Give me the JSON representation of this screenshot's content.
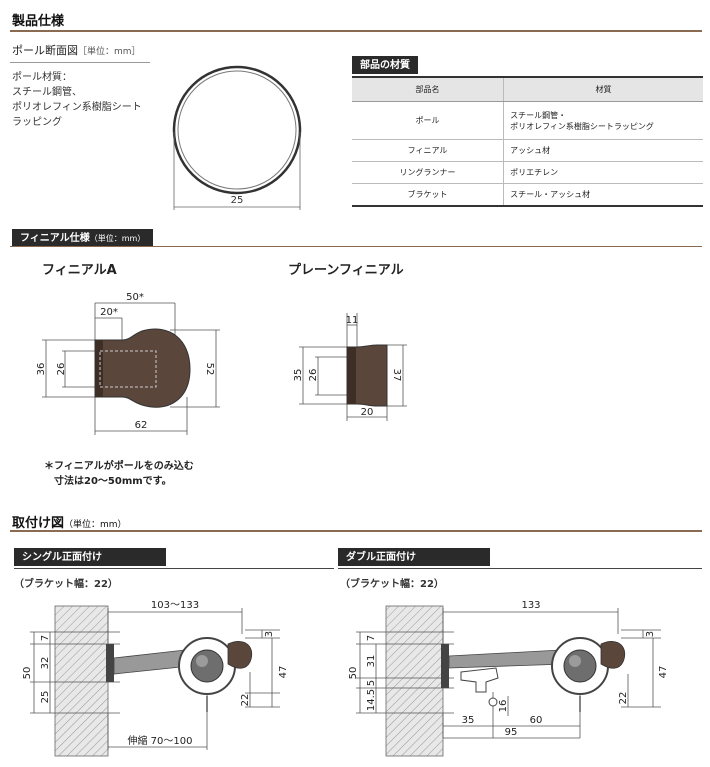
{
  "specs": {
    "title": "製品仕様",
    "pole_section": {
      "title": "ポール断面図",
      "unit": "［単位：mm］",
      "material_label": "ポール材質：",
      "material_lines": [
        "スチール鋼管、",
        "ポリオレフィン系樹脂シート",
        "ラッピング"
      ],
      "diameter": "25"
    },
    "materials": {
      "tag": "部品の材質",
      "headers": [
        "部品名",
        "材質"
      ],
      "rows": [
        {
          "part": "ポール",
          "material": "スチール鋼管・\nポリオレフィン系樹脂シートラッピング"
        },
        {
          "part": "フィニアル",
          "material": "アッシュ材"
        },
        {
          "part": "リングランナー",
          "material": "ポリエチレン"
        },
        {
          "part": "ブラケット",
          "material": "スチール・アッシュ材"
        }
      ]
    }
  },
  "finial": {
    "tag": "フィニアル仕様",
    "tag_unit": "（単位：mm）",
    "a": {
      "title": "フィニアルA",
      "dims": {
        "top": "50*",
        "inner": "20*",
        "left_outer": "36",
        "left_inner": "26",
        "right": "52",
        "bottom": "62"
      }
    },
    "plain": {
      "title": "プレーンフィニアル",
      "dims": {
        "top": "11",
        "left_outer": "35",
        "left_inner": "26",
        "right": "37",
        "bottom": "20"
      }
    },
    "note_lines": [
      "＊フィニアルがポールをのみ込む",
      "寸法は20〜50mmです。"
    ]
  },
  "mounting": {
    "title": "取付け図",
    "unit": "（単位：mm）",
    "single": {
      "tag": "シングル正面付け",
      "bracket": "（ブラケット幅：22）",
      "dims": {
        "top": "103〜133",
        "bottom": "伸縮 70〜100",
        "left_total": "50",
        "left_upper": "32",
        "left_lower": "25",
        "left_top": "7",
        "right_top": "3",
        "right_total": "47",
        "right_lower": "22"
      }
    },
    "double": {
      "tag": "ダブル正面付け",
      "bracket": "（ブラケット幅：22）",
      "dims": {
        "top": "133",
        "bottom": "95",
        "inner_a": "35",
        "inner_b": "60",
        "left_total": "50",
        "left_upper": "31",
        "left_mid": "5",
        "left_lower": "14.5",
        "left_top": "7",
        "right_top": "3",
        "right_total": "47",
        "right_lower": "22",
        "mid": "16"
      }
    }
  }
}
